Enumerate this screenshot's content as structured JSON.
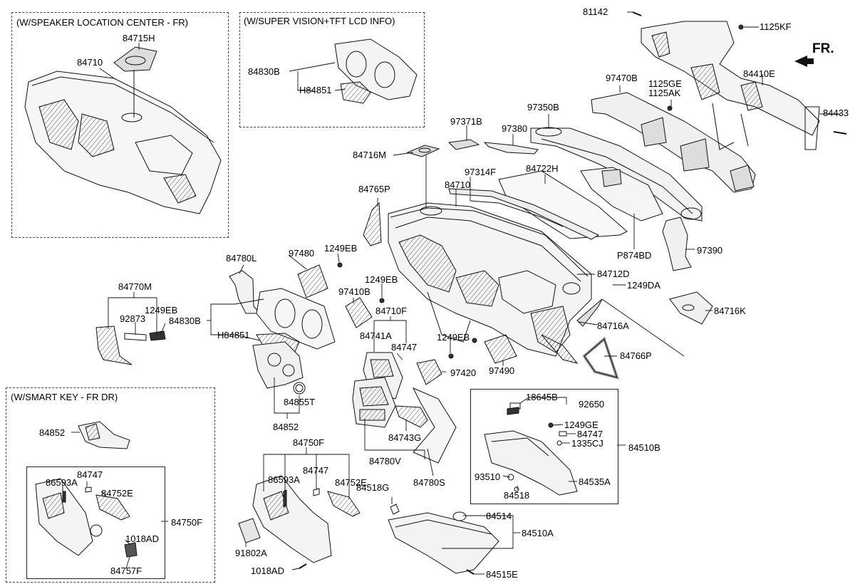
{
  "groups": {
    "speaker": "(W/SPEAKER LOCATION CENTER - FR)",
    "supervision": "(W/SUPER VISION+TFT LCD INFO)",
    "smartkey": "(W/SMART KEY - FR DR)"
  },
  "direction": "FR.",
  "parts": {
    "p81142": "81142",
    "p1125KF": "1125KF",
    "p97470B": "97470B",
    "p84410E": "84410E",
    "p1125GE_a": "1125GE",
    "p1125AK": "1125AK",
    "p84433": "84433",
    "p97350B": "97350B",
    "p97371B": "97371B",
    "p97380": "97380",
    "p84716M": "84716M",
    "p97314F": "97314F",
    "p84722H": "84722H",
    "p84710_main": "84710",
    "p84765P": "84765P",
    "pP874BD": "P874BD",
    "p97390": "97390",
    "p84712D": "84712D",
    "p1249DA": "1249DA",
    "p84716K": "84716K",
    "p84716A": "84716A",
    "p84766P": "84766P",
    "p84715H": "84715H",
    "p84710_sp": "84710",
    "p84830B_sv": "84830B",
    "pH84851_sv": "H84851",
    "p84780L": "84780L",
    "p97480": "97480",
    "p1249EB_a": "1249EB",
    "p1249EB_b": "1249EB",
    "p97410B": "97410B",
    "p84710F": "84710F",
    "p84741A": "84741A",
    "p84747_a": "84747",
    "p84770M": "84770M",
    "p92873": "92873",
    "p1249EB_c": "1249EB",
    "p84830B": "84830B",
    "pH84851": "H84851",
    "p84855T": "84855T",
    "p84852": "84852",
    "p1249EB_d": "1249EB",
    "p97420": "97420",
    "p97490": "97490",
    "p84743G": "84743G",
    "p84780V": "84780V",
    "p84780S": "84780S",
    "p18645B": "18645B",
    "p92650": "92650",
    "p1249GE": "1249GE",
    "p84747_b": "84747",
    "p1335CJ": "1335CJ",
    "p84510B": "84510B",
    "p93510": "93510",
    "p84518": "84518",
    "p84535A": "84535A",
    "p84750F": "84750F",
    "p86593A": "86593A",
    "p84747_c": "84747",
    "p84752E": "84752E",
    "p91802A": "91802A",
    "p1018AD": "1018AD",
    "p84518G": "84518G",
    "p84514": "84514",
    "p84510A": "84510A",
    "p84515E": "84515E",
    "sk84852": "84852",
    "sk86593A": "86593A",
    "sk84747": "84747",
    "sk84752E": "84752E",
    "sk1018AD": "1018AD",
    "sk84757F": "84757F",
    "sk84750F": "84750F"
  }
}
